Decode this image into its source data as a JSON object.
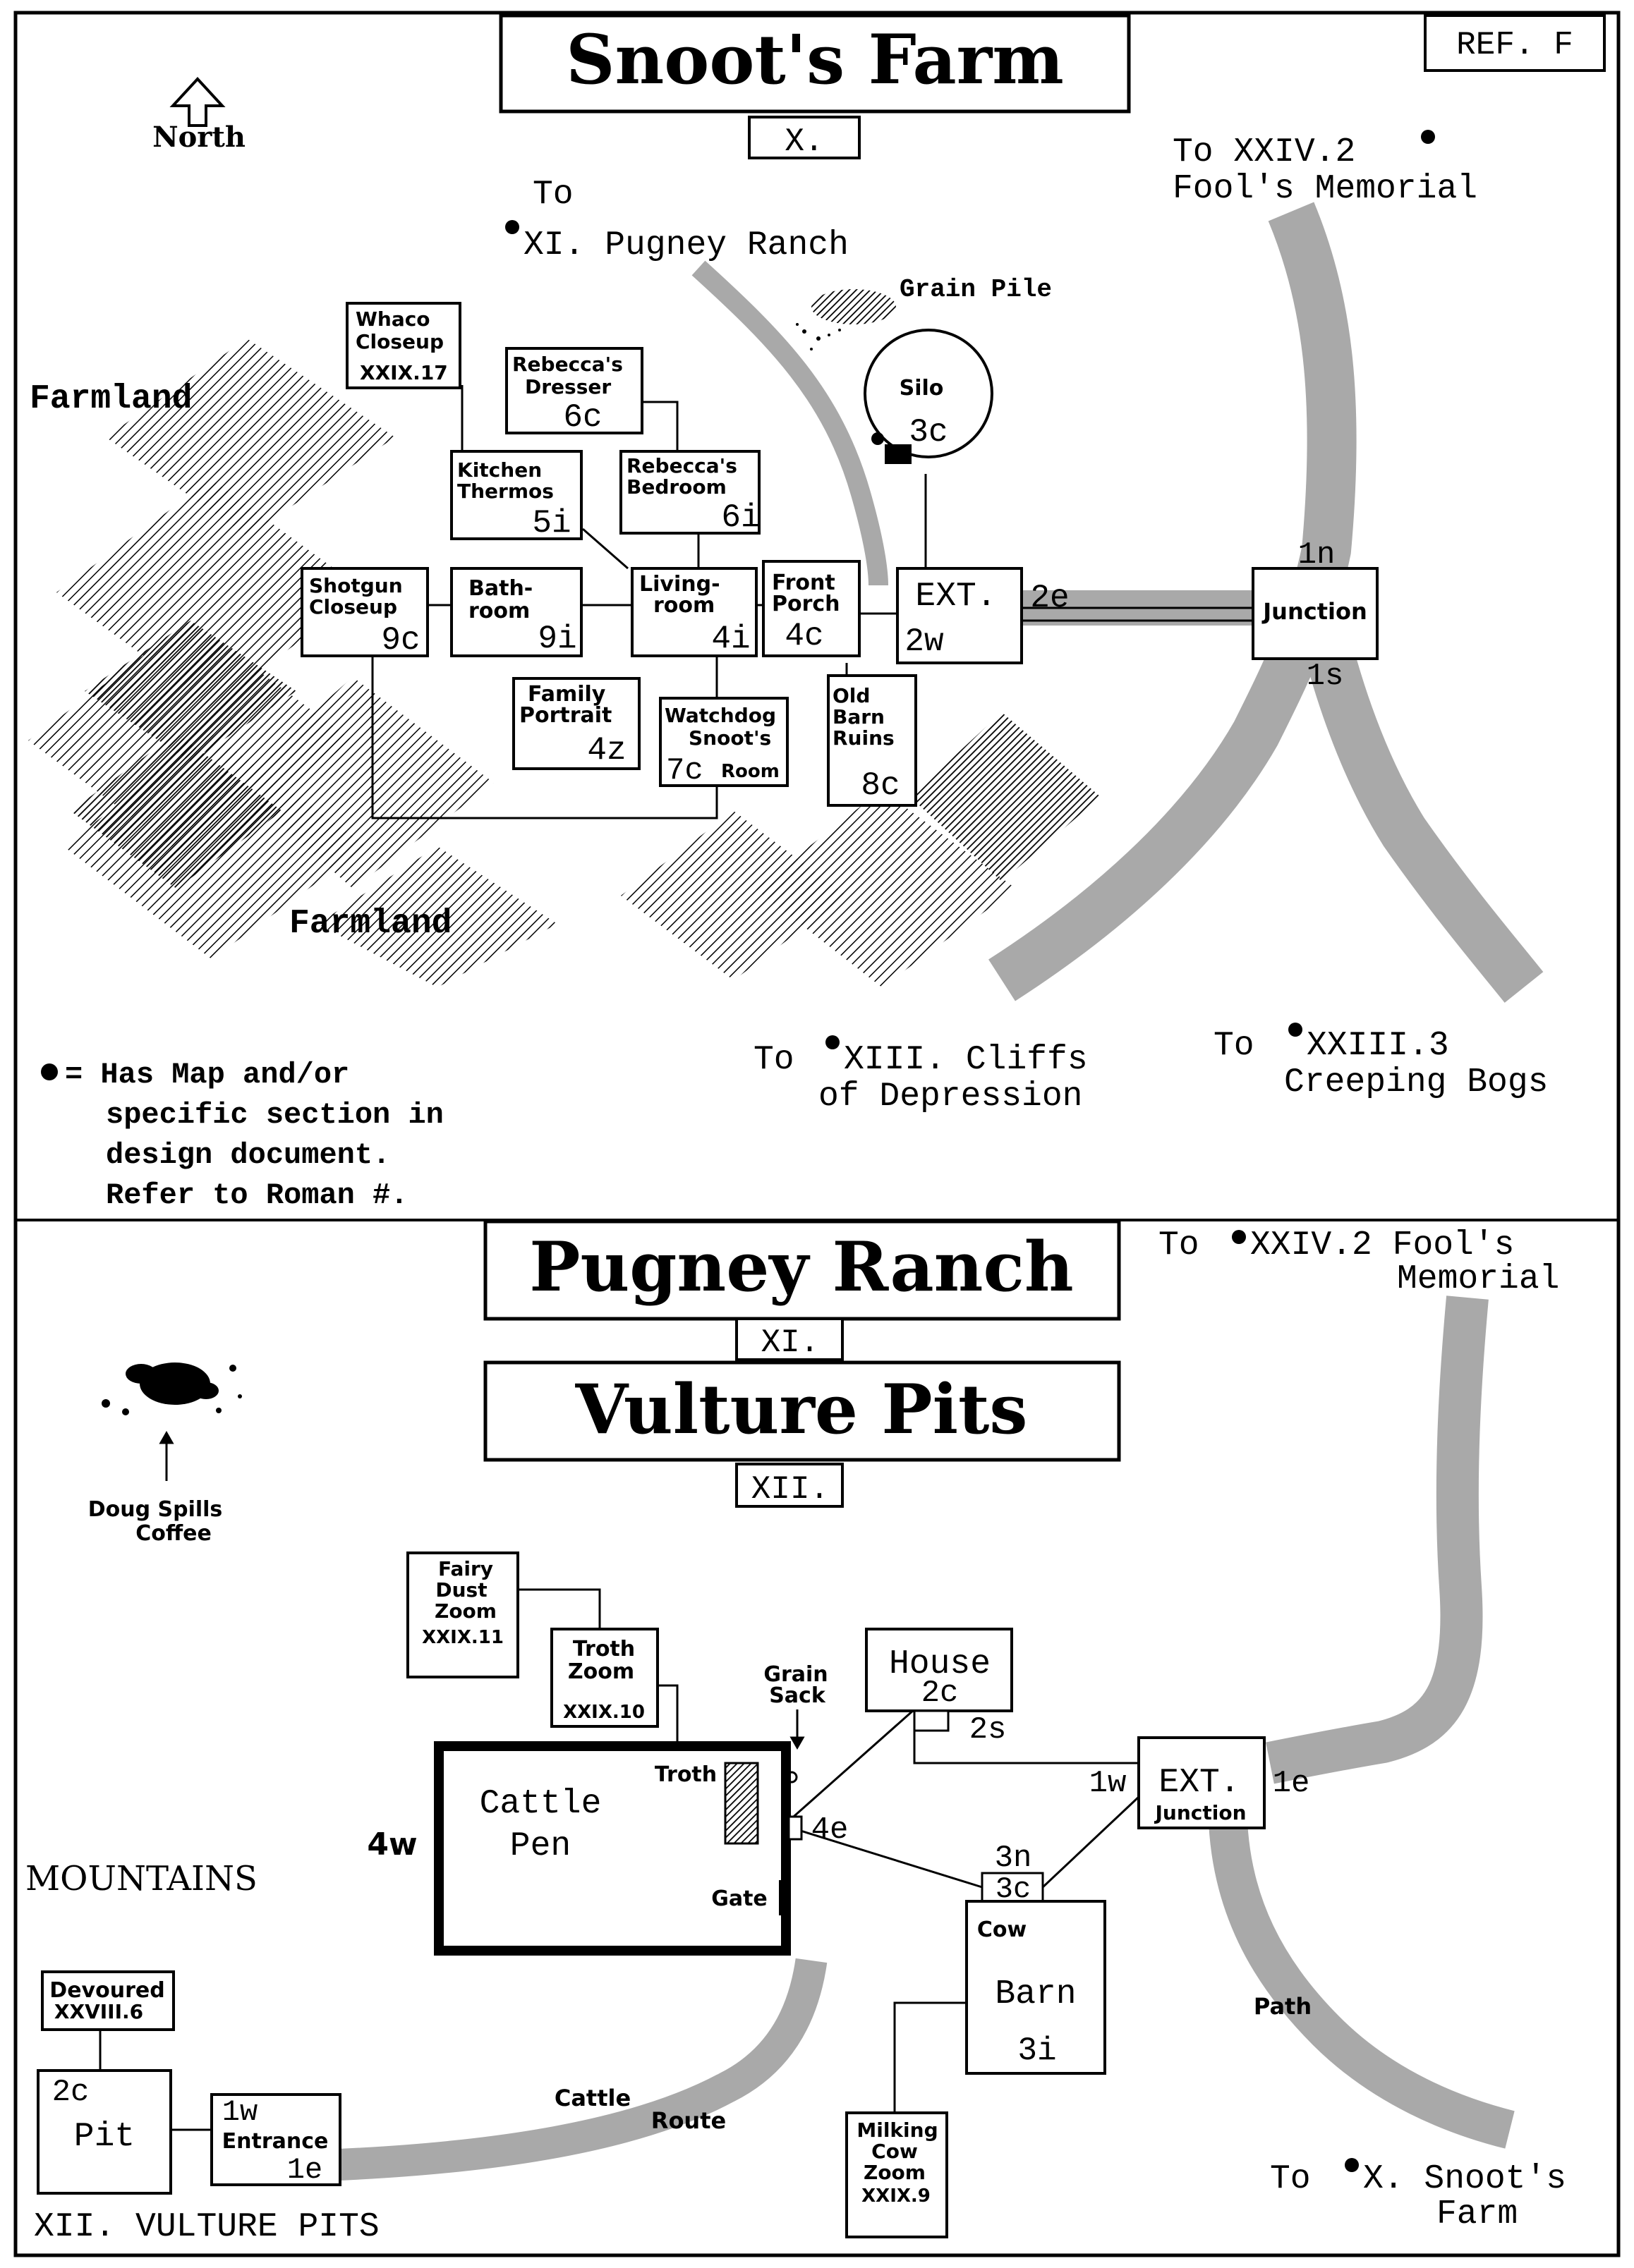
{
  "top": {
    "title": "Snoot's Farm",
    "roman": "X.",
    "ref": "REF. F",
    "north": "North",
    "farmland_1": "Farmland",
    "farmland_2": "Farmland",
    "to_pugney_a": "To",
    "to_pugney_b": "XI. Pugney Ranch",
    "to_fools_a": "To XXIV.2",
    "to_fools_b": "Fool's Memorial",
    "grain_pile": "Grain Pile",
    "to_cliffs_a": "To",
    "to_cliffs_b": "XIII. Cliffs",
    "to_cliffs_c": "of Depression",
    "to_bogs_a": "To",
    "to_bogs_b": "XXIII.3",
    "to_bogs_c": "Creeping Bogs",
    "legend": [
      "= Has Map and/or",
      "specific section in",
      "design document.",
      "Refer to Roman #."
    ],
    "silo": {
      "name": "Silo",
      "code": "3c"
    },
    "ext": {
      "name": "EXT.",
      "w": "2w",
      "e": "2e"
    },
    "junction": {
      "name": "Junction",
      "n": "1n",
      "s": "1s"
    },
    "whaco": {
      "l1": "Whaco",
      "l2": "Closeup",
      "code": "XXIX.17"
    },
    "dresser": {
      "l1": "Rebecca's",
      "l2": "Dresser",
      "code": "6c"
    },
    "bedroom": {
      "l1": "Rebecca's",
      "l2": "Bedroom",
      "code": "6i"
    },
    "kitchen": {
      "l1": "Kitchen",
      "l2": "Thermos",
      "code": "5i"
    },
    "shotgun": {
      "l1": "Shotgun",
      "l2": "Closeup",
      "code": "9c"
    },
    "bath": {
      "l1": "Bath-",
      "l2": "room",
      "code": "9i"
    },
    "living": {
      "l1": "Living-",
      "l2": "room",
      "code": "4i"
    },
    "porch": {
      "l1": "Front",
      "l2": "Porch",
      "code": "4c"
    },
    "portrait": {
      "l1": "Family",
      "l2": "Portrait",
      "code": "4z"
    },
    "watchdog": {
      "l1": "Watchdog",
      "l2": "Snoot's",
      "code": "7c",
      "l3": "Room"
    },
    "oldbarn": {
      "l1": "Old",
      "l2": "Barn",
      "l3": "Ruins",
      "code": "8c"
    }
  },
  "bottom": {
    "title1": "Pugney Ranch",
    "roman1": "XI.",
    "title2": "Vulture Pits",
    "roman2": "XII.",
    "to_fools_a": "To",
    "to_fools_b": "XXIV.2 Fool's",
    "to_fools_c": "Memorial",
    "doug_a": "Doug Spills",
    "doug_b": "Coffee",
    "fairy": {
      "l1": "Fairy",
      "l2": "Dust",
      "l3": "Zoom",
      "code": "XXIX.11"
    },
    "troth_zoom": {
      "l1": "Troth",
      "l2": "Zoom",
      "code": "XXIX.10"
    },
    "grain_sack_a": "Grain",
    "grain_sack_b": "Sack",
    "house": {
      "name": "House",
      "code": "2c",
      "s": "2s"
    },
    "ext": {
      "w": "1w",
      "name": "EXT.",
      "e": "1e",
      "sub": "Junction"
    },
    "pen": {
      "l1": "Cattle",
      "l2": "Pen",
      "troth": "Troth",
      "gate": "Gate",
      "w": "4w",
      "e": "4e"
    },
    "mountains": "MOUNTAINS",
    "barn": {
      "n": "3n",
      "c": "3c",
      "cow": "Cow",
      "name": "Barn",
      "code": "3i"
    },
    "path": "Path",
    "devoured": {
      "l1": "Devoured",
      "code": "XXVIII.6"
    },
    "pit": {
      "code": "2c",
      "name": "Pit"
    },
    "entrance": {
      "w": "1w",
      "name": "Entrance",
      "e": "1e"
    },
    "cattle_route_a": "Cattle",
    "cattle_route_b": "Route",
    "milking": {
      "l1": "Milking",
      "l2": "Cow",
      "l3": "Zoom",
      "code": "XXIX.9"
    },
    "to_snoots_a": "To",
    "to_snoots_b": "X. Snoot's",
    "to_snoots_c": "Farm",
    "footer": "XII. VULTURE PITS"
  },
  "colors": {
    "road": "#a9a9a9",
    "ink": "#000000"
  }
}
